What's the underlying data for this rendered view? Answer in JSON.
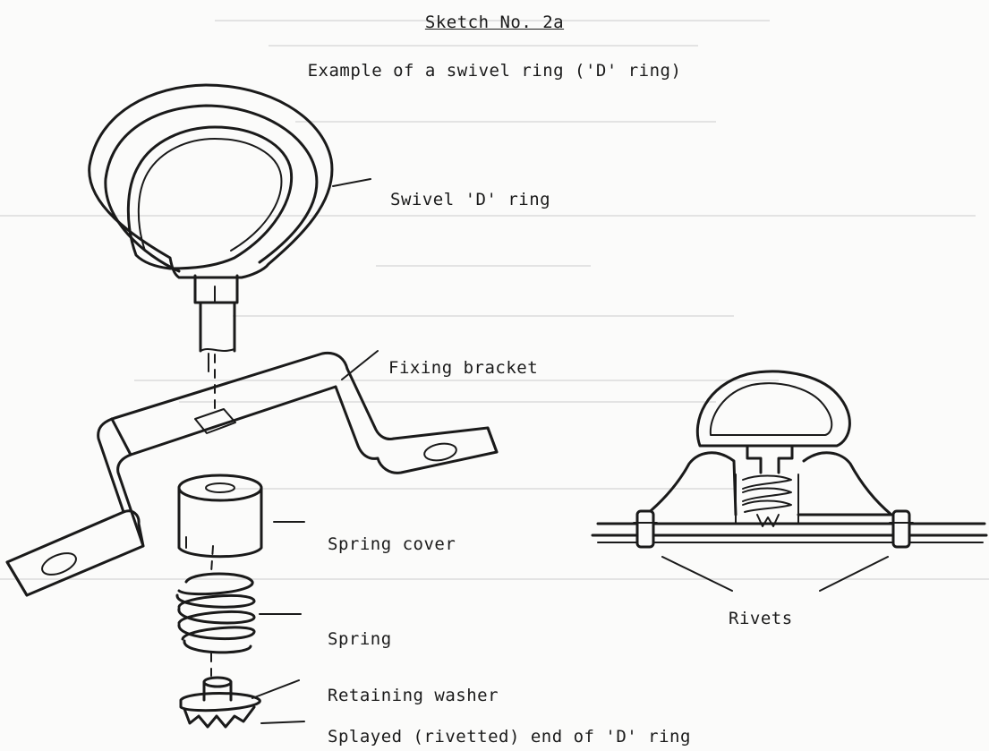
{
  "sketch": {
    "title": "Sketch No. 2a",
    "subtitle": "Example of a swivel ring ('D' ring)"
  },
  "labels": {
    "swivel_d_ring": "Swivel 'D' ring",
    "fixing_bracket": "Fixing bracket",
    "spring_cover": "Spring cover",
    "spring": "Spring",
    "retaining_washer": "Retaining washer",
    "splayed_end": "Splayed (rivetted) end of 'D' ring",
    "rivets": "Rivets"
  }
}
